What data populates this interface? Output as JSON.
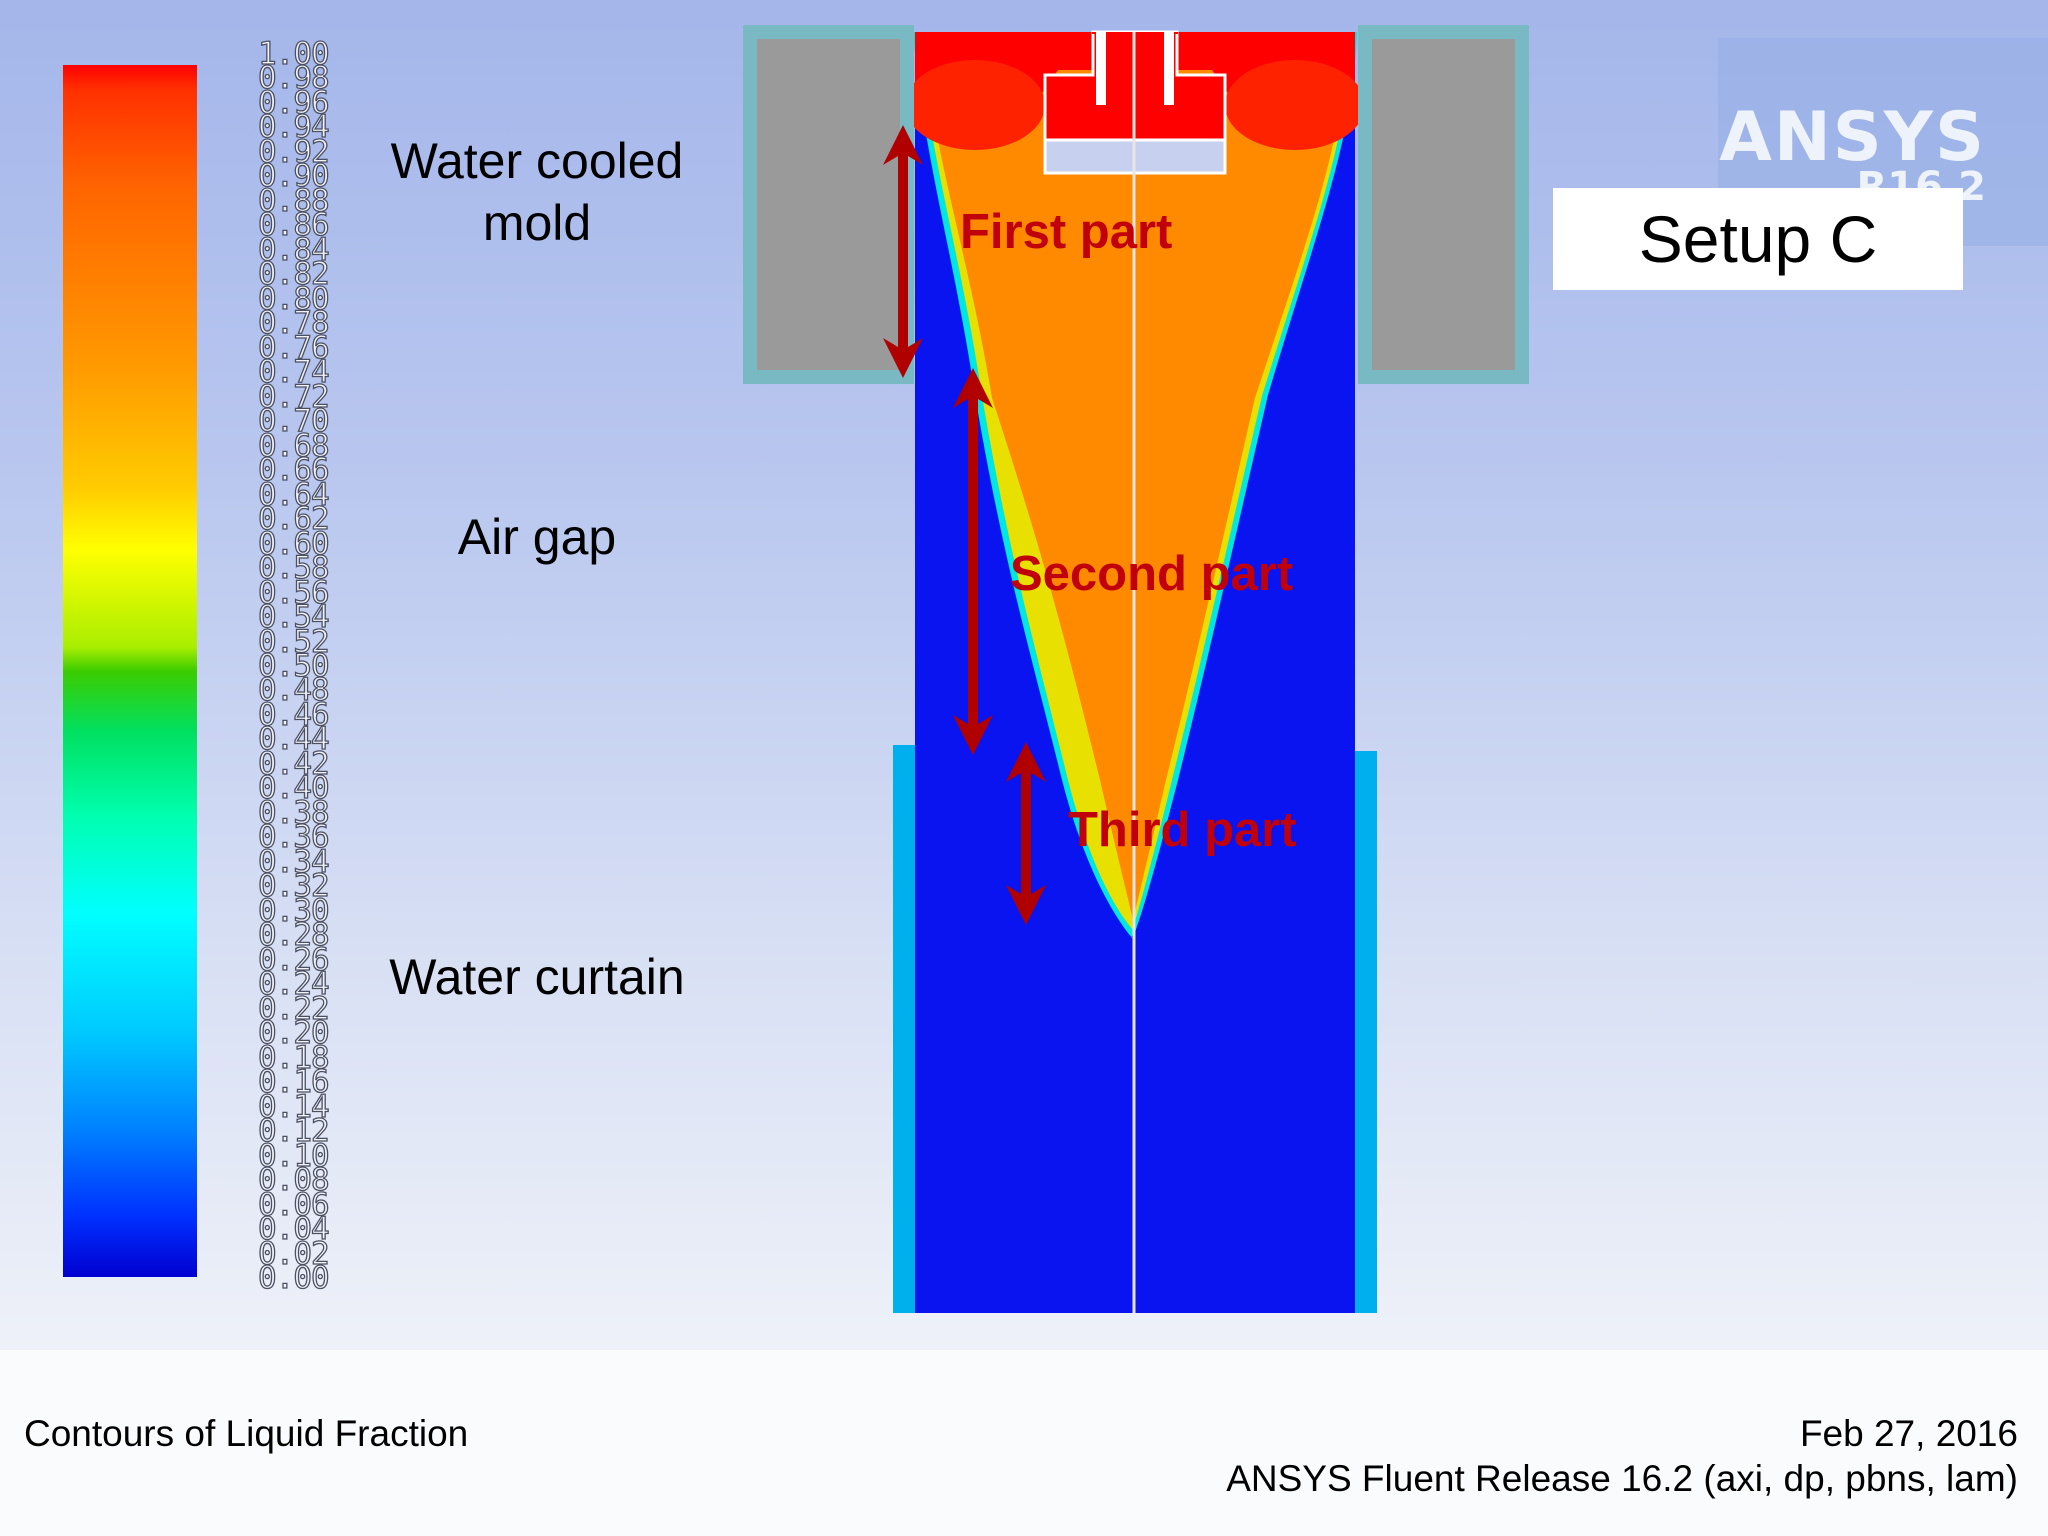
{
  "colorbar": {
    "ticks": [
      "1.00",
      "0.98",
      "0.96",
      "0.94",
      "0.92",
      "0.90",
      "0.88",
      "0.86",
      "0.84",
      "0.82",
      "0.80",
      "0.78",
      "0.76",
      "0.74",
      "0.72",
      "0.70",
      "0.68",
      "0.66",
      "0.64",
      "0.62",
      "0.60",
      "0.58",
      "0.56",
      "0.54",
      "0.52",
      "0.50",
      "0.48",
      "0.46",
      "0.44",
      "0.42",
      "0.40",
      "0.38",
      "0.36",
      "0.34",
      "0.32",
      "0.30",
      "0.28",
      "0.26",
      "0.24",
      "0.22",
      "0.20",
      "0.18",
      "0.16",
      "0.14",
      "0.12",
      "0.10",
      "0.08",
      "0.06",
      "0.04",
      "0.02",
      "0.00"
    ]
  },
  "labels": {
    "water_cooled_mold": "Water cooled mold",
    "air_gap": "Air gap",
    "water_curtain": "Water curtain"
  },
  "parts": {
    "first": "First part",
    "second": "Second part",
    "third": "Third part"
  },
  "logo": {
    "brand": "ANSYS",
    "version": "R16.2"
  },
  "setup_label": "Setup C",
  "footer": {
    "title": "Contours of Liquid Fraction",
    "date": "Feb 27, 2016",
    "release": "ANSYS Fluent Release 16.2 (axi, dp, pbns, lam)"
  },
  "colors": {
    "solid": "#0a14f0",
    "liquid": "#ff8a00",
    "hot": "#ff0000",
    "mold": "#9a9a9a",
    "mold_border": "#79b9c4",
    "curtain": "#00b0ee",
    "arrow": "#b00000"
  }
}
